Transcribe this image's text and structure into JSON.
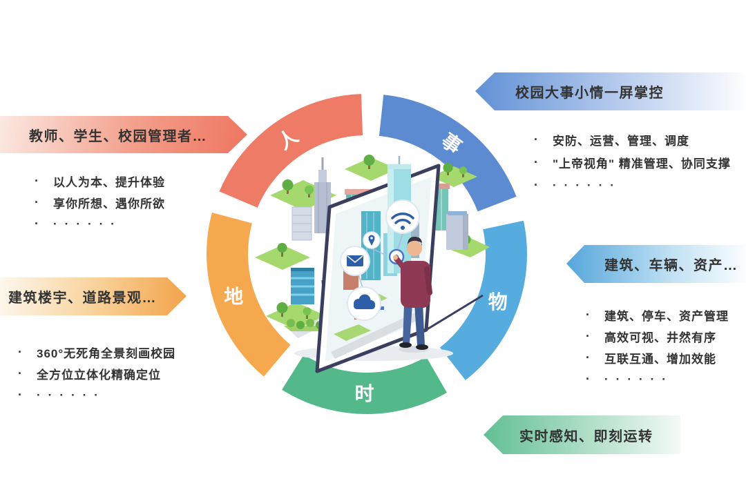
{
  "ring": {
    "segments": [
      {
        "id": "people",
        "label": "人",
        "color": "#ED7B66"
      },
      {
        "id": "events",
        "label": "事",
        "color": "#5C8BD2"
      },
      {
        "id": "objects",
        "label": "物",
        "color": "#56ACDE"
      },
      {
        "id": "time",
        "label": "时",
        "color": "#53B98A"
      },
      {
        "id": "place",
        "label": "地",
        "color": "#F5A84E"
      }
    ],
    "label_color": "#ffffff"
  },
  "callouts": {
    "people": {
      "title": "教师、学生、校园管理者…",
      "bullets": [
        "以人为本、提升体验",
        "享你所想、遇你所欲"
      ],
      "ellipsis": "······"
    },
    "events": {
      "title": "校园大事小情一屏掌控",
      "bullets": [
        "安防、运营、管理、调度",
        "\"上帝视角\" 精准管理、协同支撑"
      ],
      "ellipsis": "······"
    },
    "objects": {
      "title": "建筑、车辆、资产…",
      "bullets": [
        "建筑、停车、资产管理",
        "高效可视、井然有序",
        "互联互通、增加效能"
      ],
      "ellipsis": "······"
    },
    "place": {
      "title": "建筑楼宇、道路景观…",
      "bullets": [
        "360°无死角全景刻画校园",
        "全方位立体化精确定位"
      ],
      "ellipsis": "······"
    },
    "time": {
      "title": "实时感知、即刻运转"
    }
  },
  "bullet_marker": "·",
  "illustration_icons": [
    "wifi-icon",
    "mail-icon",
    "location-pin-icon",
    "cloud-icon"
  ]
}
